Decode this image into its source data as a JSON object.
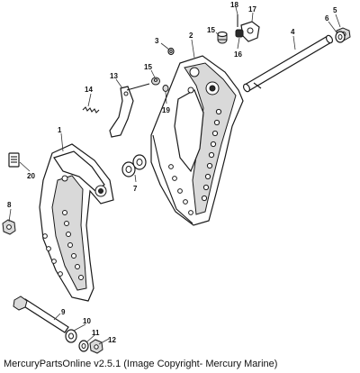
{
  "callouts": {
    "c1": "1",
    "c2": "2",
    "c3": "3",
    "c4": "4",
    "c5": "5",
    "c6": "6",
    "c7": "7",
    "c8": "8",
    "c9": "9",
    "c10": "10",
    "c11": "11",
    "c12": "12",
    "c13": "13",
    "c14": "14",
    "c15": "15",
    "c16": "16",
    "c17": "17",
    "c18": "18",
    "c19": "19",
    "c20": "20",
    "c15b": "15"
  },
  "caption": "MercuryPartsOnline v2.5.1 (Image Copyright- Mercury Marine)"
}
